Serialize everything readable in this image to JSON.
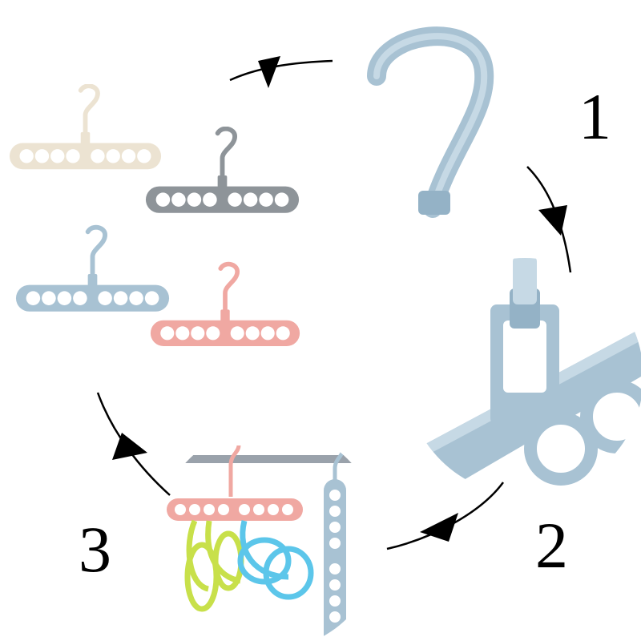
{
  "steps": [
    {
      "number": "1"
    },
    {
      "number": "2"
    },
    {
      "number": "3"
    }
  ],
  "colors": {
    "beige": "#ece3d2",
    "gray": "#8e9499",
    "blue": "#a8c2d3",
    "pink": "#f0a8a2",
    "lime": "#c8e04a",
    "cyan": "#5cc6ea",
    "rod": "#9aa2ab",
    "arrow": "#000000"
  },
  "icons": [
    "hook-closeup",
    "swivel-joint-closeup",
    "hanger-in-use",
    "arrow"
  ]
}
